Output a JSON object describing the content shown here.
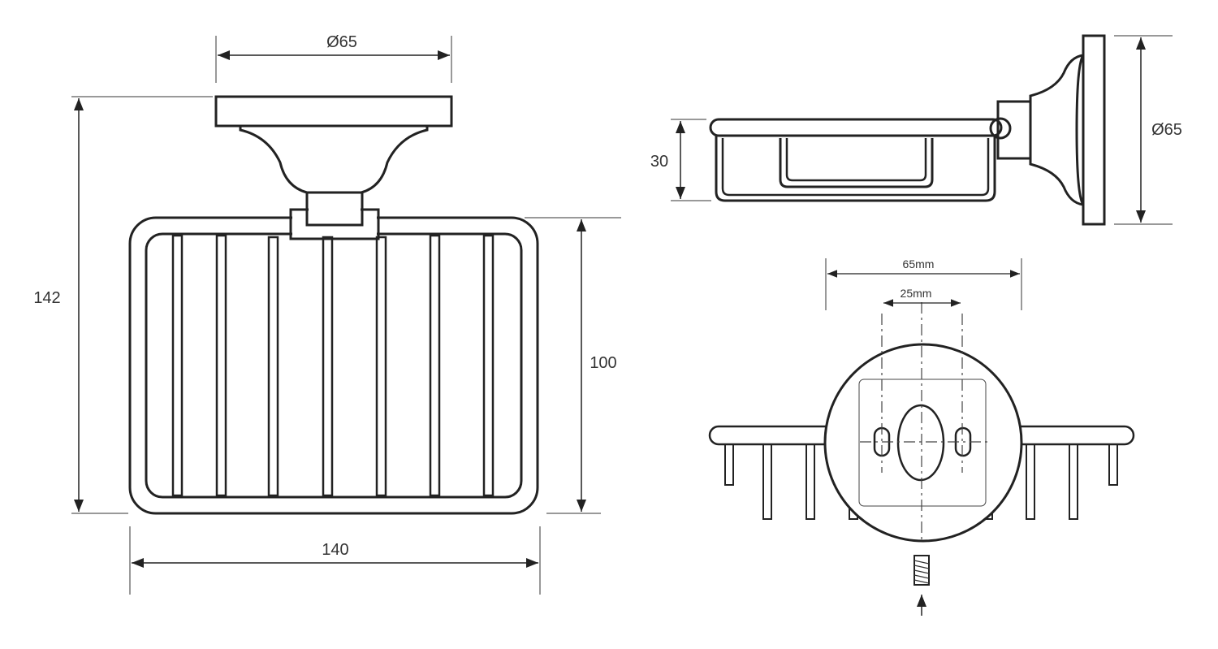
{
  "front_view": {
    "dim_plate": "Ø65",
    "dim_height_total": "142",
    "dim_height_basket": "100",
    "dim_width": "140"
  },
  "side_view": {
    "dim_depth": "30",
    "dim_plate": "Ø65"
  },
  "mount_view": {
    "dim_outer": "65mm",
    "dim_inner": "25mm"
  }
}
